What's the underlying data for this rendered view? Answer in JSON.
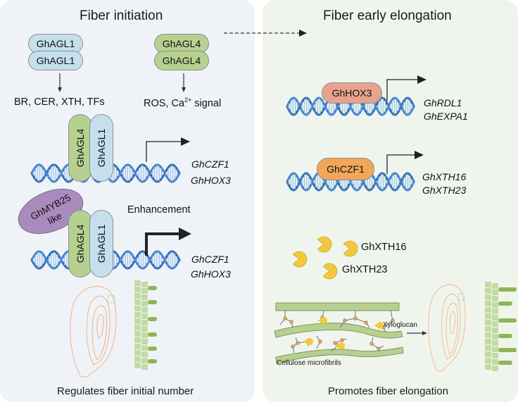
{
  "left_panel": {
    "title": "Fiber initiation",
    "footer": "Regulates fiber initial number",
    "homodimer_agl1": {
      "top": "GhAGL1",
      "bottom": "GhAGL1",
      "targets": "BR, CER, XTH, TFs"
    },
    "homodimer_agl4": {
      "top": "GhAGL4",
      "bottom": "GhAGL4",
      "targets_prefix": "ROS, Ca",
      "targets_sup": "2+",
      "targets_suffix": " signal"
    },
    "heterodimer": {
      "agl4": "GhAGL4",
      "agl1": "GhAGL1",
      "genes": [
        "GhCZF1",
        "GhHOX3"
      ]
    },
    "complex": {
      "myb_line1": "GhMYB25",
      "myb_line2": "like",
      "agl4": "GhAGL4",
      "agl1": "GhAGL1",
      "effect": "Enhancement",
      "genes": [
        "GhCZF1",
        "GhHOX3"
      ]
    }
  },
  "right_panel": {
    "title": "Fiber early elongation",
    "footer": "Promotes fiber elongation",
    "hox3_binding": {
      "protein": "GhHOX3",
      "genes": [
        "GhRDL1",
        "GhEXPA1"
      ]
    },
    "czf1_binding": {
      "protein": "GhCZF1",
      "genes": [
        "GhXTH16",
        "GhXTH23"
      ]
    },
    "enzymes": [
      "GhXTH16",
      "GhXTH23"
    ],
    "cell_wall": {
      "xyloglucan_label": "Xyloglucan",
      "microfibril_label": "Cellulose microfibrils"
    }
  },
  "colors": {
    "left_bg": "#eff3f7",
    "right_bg": "#eff5ec",
    "agl1": "#c5dfec",
    "agl4": "#b6d08f",
    "hox3": "#e8a38f",
    "czf1": "#f1a65a",
    "myb25": "#a98cbd",
    "dna": "#3a78c4",
    "xth": "#f3c93b",
    "ovule_outline": "#f2b088",
    "microfibril": "#b6d08f"
  }
}
